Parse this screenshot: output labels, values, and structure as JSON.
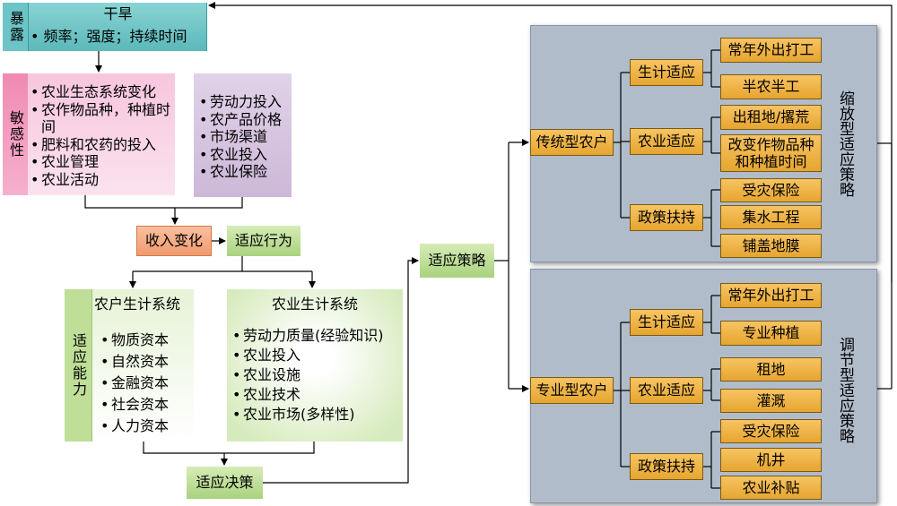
{
  "exposure": {
    "label": "暴露",
    "title": "干旱",
    "item": "• 频率；强度；持续时间"
  },
  "sensitivity": {
    "label": "敏感性",
    "left_items": [
      "农业生态系统变化",
      "农作物品种，种植时间",
      "肥料和农药的投入",
      "农业管理",
      "农业活动"
    ],
    "right_items": [
      "劳动力投入",
      "农产品价格",
      "市场渠道",
      "农业投入",
      "农业保险"
    ]
  },
  "income_change": "收入变化",
  "adaptive_behavior": "适应行为",
  "adaptive_capacity": {
    "label": "适应能力",
    "household": {
      "title": "农户生计系统",
      "items": [
        "物质资本",
        "自然资本",
        "金融资本",
        "社会资本",
        "人力资本"
      ]
    },
    "agriculture": {
      "title": "农业生计系统",
      "items": [
        "劳动力质量(经验知识)",
        "农业投入",
        "农业设施",
        "农业技术",
        "农业市场(多样性)"
      ]
    }
  },
  "adaptive_decision": "适应决策",
  "adaptive_strategy": "适应策略",
  "traditional": {
    "farmer": "传统型农户",
    "strategy_label": "缩放型适应策略",
    "livelihood": "生计适应",
    "livelihood_items": [
      "常年外出打工",
      "半农半工"
    ],
    "agriculture": "农业适应",
    "agriculture_items": [
      "出租地/撂荒",
      "改变作物品种和种植时间"
    ],
    "policy": "政策扶持",
    "policy_items": [
      "受灾保险",
      "集水工程",
      "铺盖地膜"
    ]
  },
  "specialized": {
    "farmer": "专业型农户",
    "strategy_label": "调节型适应策略",
    "livelihood": "生计适应",
    "livelihood_items": [
      "常年外出打工",
      "专业种植"
    ],
    "agriculture": "农业适应",
    "agriculture_items": [
      "租地",
      "灌溉"
    ],
    "policy": "政策扶持",
    "policy_items": [
      "受灾保险",
      "机井",
      "农业补贴"
    ]
  }
}
